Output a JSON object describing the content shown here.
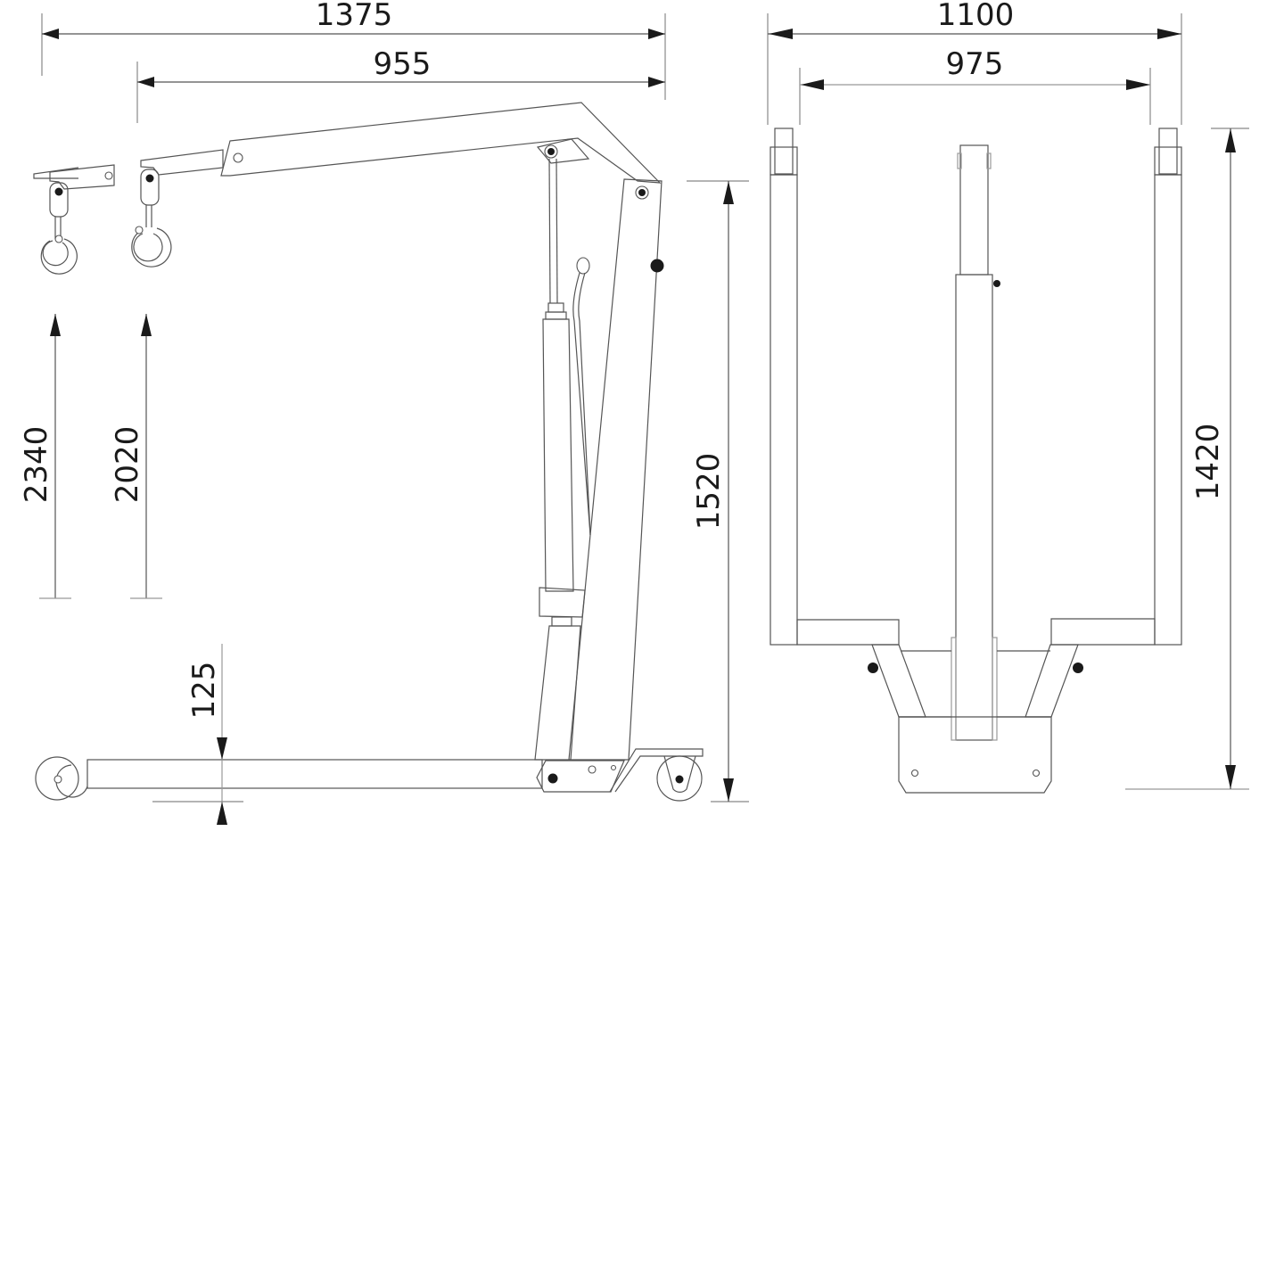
{
  "drawing": {
    "subject": "Engine crane dimensional drawing",
    "views": [
      "side-view",
      "front-view"
    ]
  },
  "side_view": {
    "dimensions": {
      "overall_length": "1375",
      "boom_reach": "955",
      "max_hook_height_extended": "2340",
      "max_hook_height_retracted": "2020",
      "leg_height": "125",
      "mast_height": "1520"
    }
  },
  "front_view": {
    "dimensions": {
      "overall_width": "1100",
      "inner_width": "975",
      "overall_height": "1420"
    }
  },
  "colors": {
    "line": "#555555",
    "light_line": "#999999",
    "text": "#1a1a1a",
    "background": "#ffffff"
  }
}
